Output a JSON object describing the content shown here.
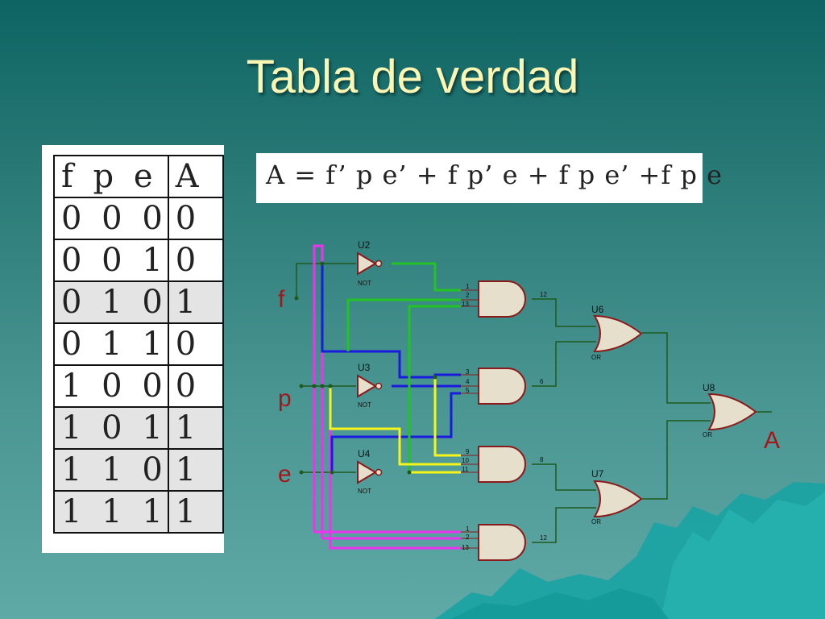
{
  "slide": {
    "title": "Tabla de verdad"
  },
  "truth_table": {
    "header": [
      "f p e",
      "A"
    ],
    "rows": [
      {
        "inputs": "0 0 0",
        "output": "0"
      },
      {
        "inputs": "0 0 1",
        "output": "0"
      },
      {
        "inputs": "0 1 0",
        "output": "1"
      },
      {
        "inputs": "0 1 1",
        "output": "0"
      },
      {
        "inputs": "1 0 0",
        "output": "0"
      },
      {
        "inputs": "1 0 1",
        "output": "1"
      },
      {
        "inputs": "1 1 0",
        "output": "1"
      },
      {
        "inputs": "1 1 1",
        "output": "1"
      }
    ]
  },
  "formula": {
    "text": "A = f’ p e’ + f p’ e + f p e’ +f p e"
  },
  "circuit": {
    "inputs": {
      "f": "f",
      "p": "p",
      "e": "e"
    },
    "output": "A",
    "gates": {
      "u2": {
        "ref": "U2",
        "type": "NOT"
      },
      "u3": {
        "ref": "U3",
        "type": "NOT"
      },
      "u4": {
        "ref": "U4",
        "type": "NOT"
      },
      "u6": {
        "ref": "U6",
        "type": "OR"
      },
      "u7": {
        "ref": "U7",
        "type": "OR"
      },
      "u8": {
        "ref": "U8",
        "type": "OR"
      }
    },
    "and_gates": [
      {
        "pins": [
          "1",
          "2",
          "13"
        ],
        "out": "12"
      },
      {
        "pins": [
          "3",
          "4",
          "5"
        ],
        "out": "6"
      },
      {
        "pins": [
          "9",
          "10",
          "11"
        ],
        "out": "8"
      },
      {
        "pins": [
          "1",
          "2",
          "13"
        ],
        "out": "12"
      }
    ]
  },
  "colors": {
    "background_top": "#0d6462",
    "background_bottom": "#5fa9a6",
    "title": "#fbf6b4",
    "gate_fill": "#e6dfcc",
    "gate_stroke": "#8b1a1a",
    "label": "#a5161a",
    "wire_magenta": "#ee33ee",
    "wire_blue": "#1b1bdd",
    "wire_green": "#22c322",
    "wire_yellow": "#f5f51a",
    "wire_dark": "#1e5a1e"
  }
}
